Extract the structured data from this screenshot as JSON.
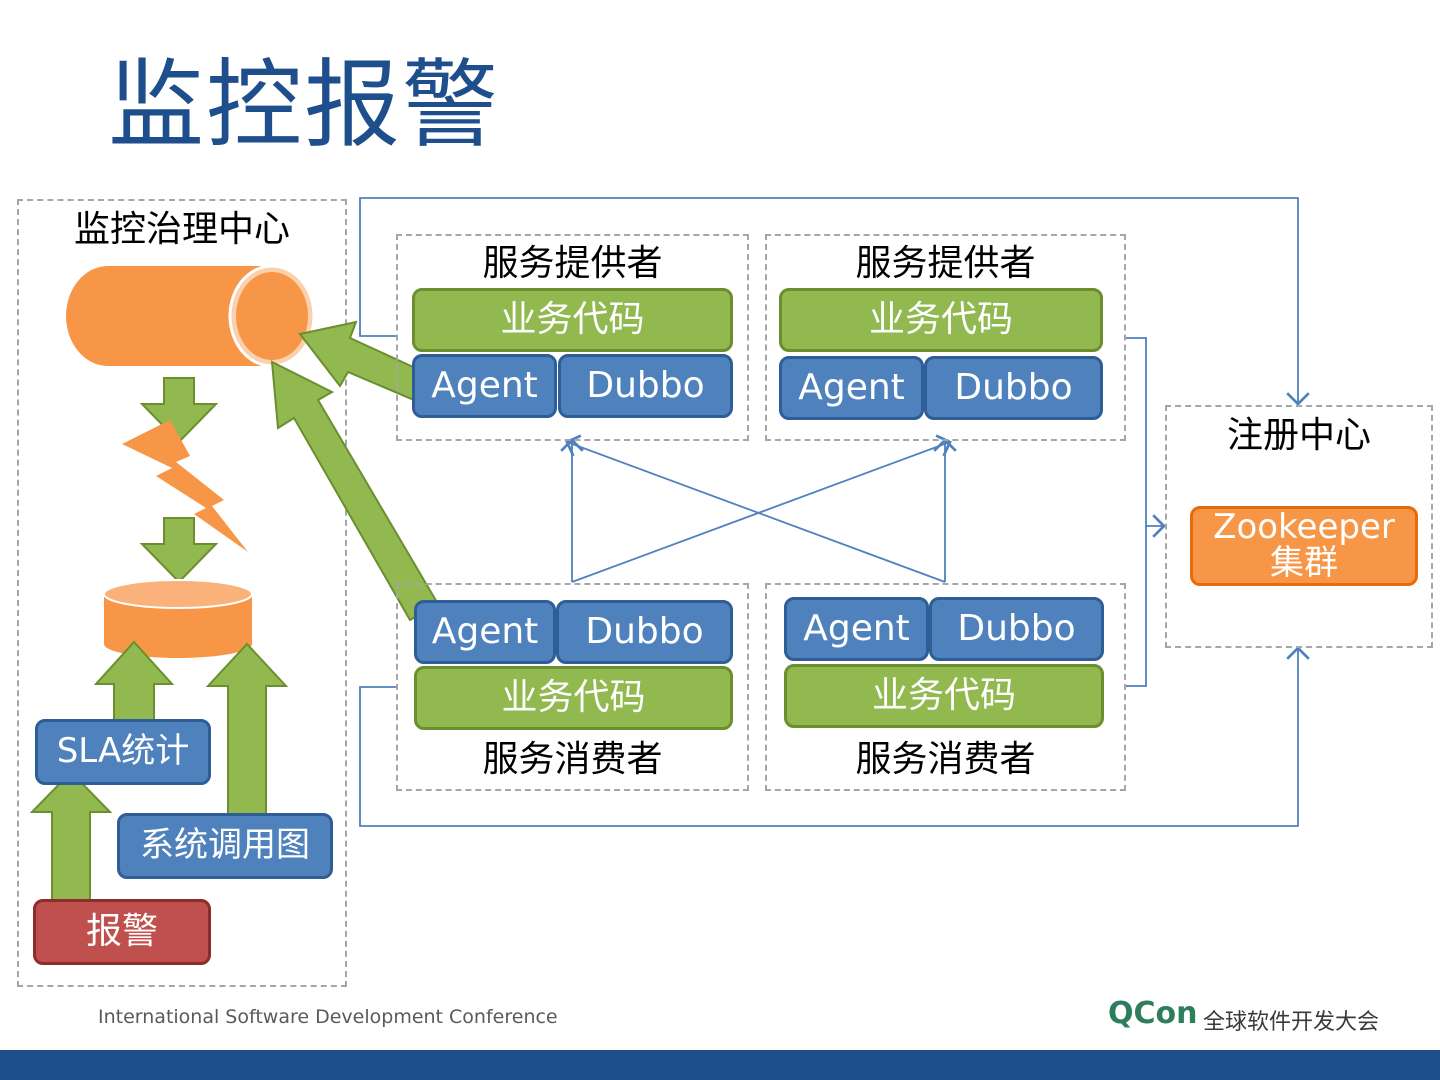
{
  "title": "监控报警",
  "monitor": {
    "label": "监控治理中心",
    "sla": "SLA统计",
    "callgraph": "系统调用图",
    "alarm": "报警"
  },
  "providers": [
    {
      "label": "服务提供者",
      "code": "业务代码",
      "agent": "Agent",
      "dubbo": "Dubbo"
    },
    {
      "label": "服务提供者",
      "code": "业务代码",
      "agent": "Agent",
      "dubbo": "Dubbo"
    }
  ],
  "consumers": [
    {
      "label": "服务消费者",
      "code": "业务代码",
      "agent": "Agent",
      "dubbo": "Dubbo"
    },
    {
      "label": "服务消费者",
      "code": "业务代码",
      "agent": "Agent",
      "dubbo": "Dubbo"
    }
  ],
  "registry": {
    "label": "注册中心",
    "zookeeper": "Zookeeper",
    "cluster": "集群"
  },
  "footer": {
    "conference": "International Software Development Conference",
    "brand": "QCon",
    "brand_sub": "全球软件开发大会"
  },
  "colors": {
    "title": "#1f4e8c",
    "green": "#91b94f",
    "blue": "#4f81bd",
    "orange": "#f79646",
    "red": "#c0504d",
    "line": "#4f81bd"
  }
}
